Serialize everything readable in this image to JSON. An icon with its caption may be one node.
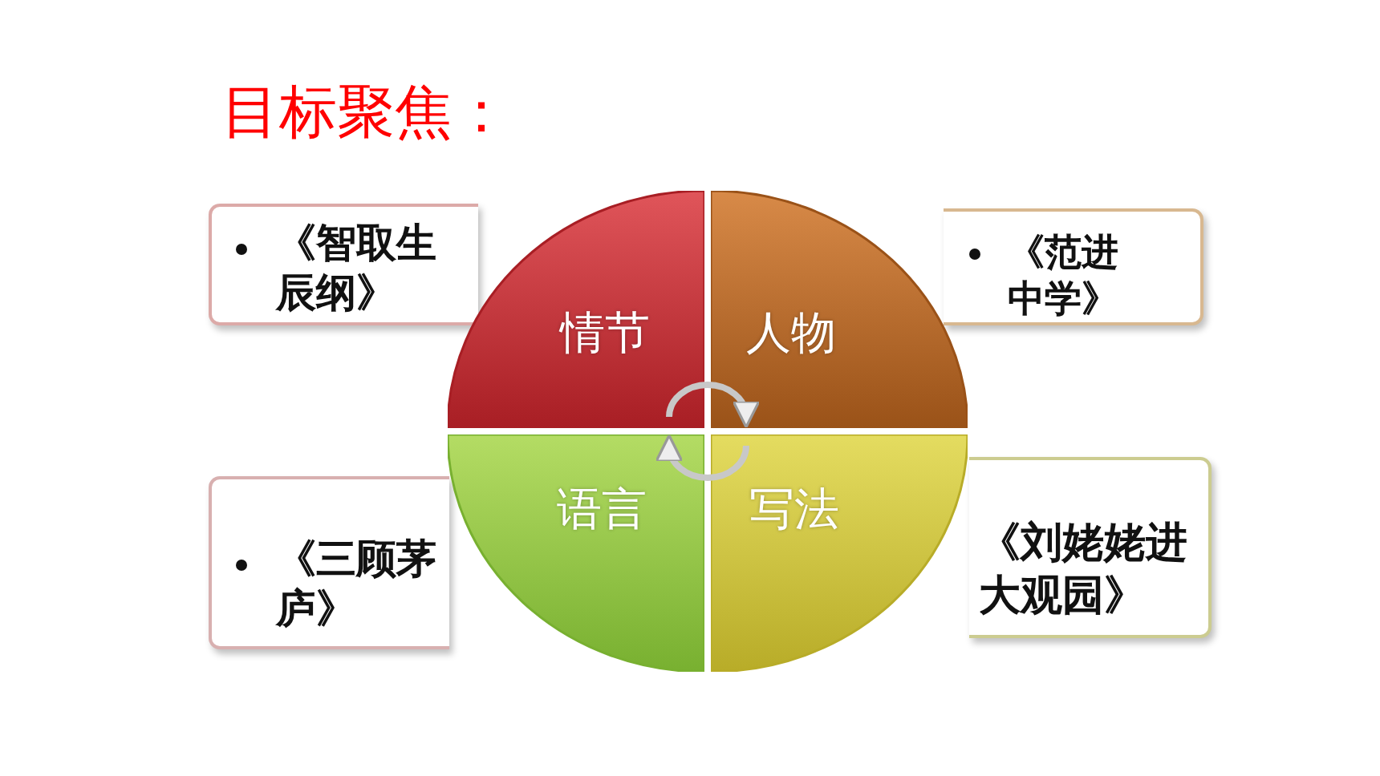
{
  "diagram": {
    "title": "目标聚焦：",
    "nodes": [
      {
        "text": [
          "《智取生辰纲》"
        ]
      },
      {
        "text": [
          "情节"
        ]
      },
      {
        "text": [
          "人物"
        ]
      },
      {
        "text": [
          "《范进中学》"
        ]
      },
      {
        "text": [
          "《三顾茅庐》"
        ]
      },
      {
        "text": [
          "语言"
        ]
      },
      {
        "text": [
          "写法"
        ]
      },
      {
        "text": [
          "《刘姥姥进大观园》"
        ]
      }
    ],
    "edges": [
      {
        "from": 1,
        "to": 2,
        "arrow": "to"
      },
      {
        "from": 6,
        "to": 5,
        "arrow": "to"
      }
    ]
  }
}
